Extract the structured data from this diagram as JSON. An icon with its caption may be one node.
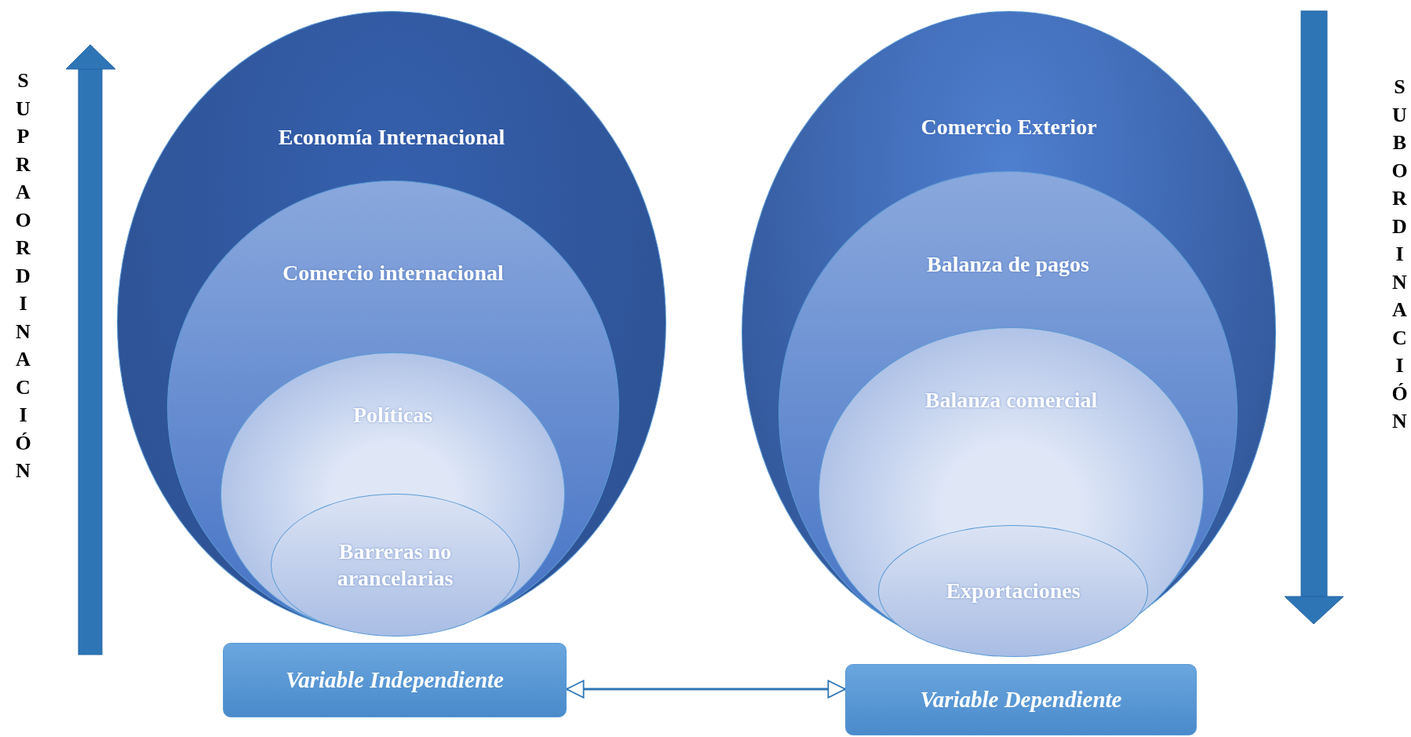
{
  "diagram": {
    "nodes": [
      {
        "text": [
          "Economía Internacional"
        ]
      },
      {
        "text": [
          "Comercio internacional"
        ],
        "in": 0
      },
      {
        "text": [
          "Políticas"
        ],
        "in": 1
      },
      {
        "text": [
          "Barreras no arancelarias"
        ],
        "in": 2
      },
      {
        "text": [
          "Comercio Exterior"
        ]
      },
      {
        "text": [
          "Balanza de pagos"
        ],
        "in": 4
      },
      {
        "text": [
          "Balanza comercial"
        ],
        "in": 5
      },
      {
        "text": [
          "Exportaciones"
        ],
        "in": 6
      },
      {
        "text": [
          "Variable Independiente"
        ]
      },
      {
        "text": [
          "Variable Dependiente"
        ]
      }
    ],
    "edges": [
      {
        "from": 8,
        "to": 9,
        "arrow": "both"
      }
    ],
    "labels": [
      "SUPRAORDINACIÓN",
      "SUBORDINACIÓN"
    ]
  }
}
